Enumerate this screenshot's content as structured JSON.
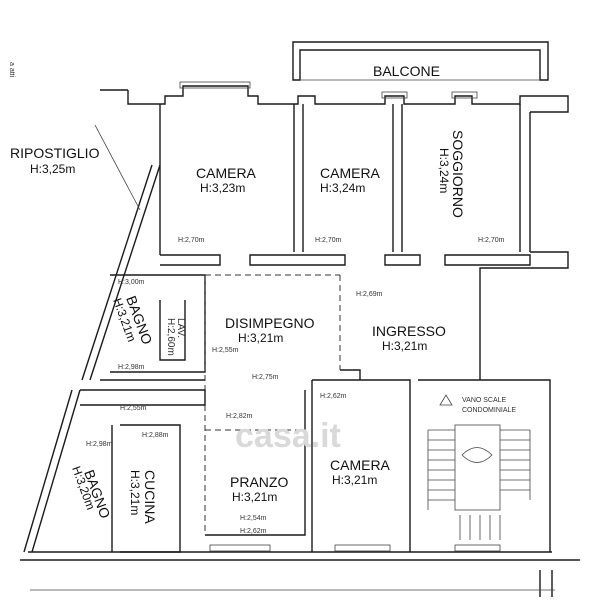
{
  "corner_note": "a atti",
  "rooms": {
    "balcone": "BALCONE",
    "ripostiglio": {
      "name": "RIPOSTIGLIO",
      "height": "H:3,25m"
    },
    "camera1": {
      "name": "CAMERA",
      "height": "H:3,23m"
    },
    "camera2": {
      "name": "CAMERA",
      "height": "H:3,24m"
    },
    "soggiorno": {
      "name": "SOGGIORNO",
      "height": "H:3,24m"
    },
    "bagno1": {
      "name": "BAGNO",
      "height": "H:3,21m"
    },
    "lav": {
      "name": "LAV.",
      "height": "H:2,60m"
    },
    "disimpegno": {
      "name": "DISIMPEGNO",
      "height": "H:3,21m"
    },
    "ingresso": {
      "name": "INGRESSO",
      "height": "H:3,21m"
    },
    "vano": {
      "line1": "VANO  SCALE",
      "line2": "CONDOMINIALE"
    },
    "bagno2": {
      "name": "BAGNO",
      "height": "H:3,20m"
    },
    "cucina": {
      "name": "CUCINA",
      "height": "H:3,21m"
    },
    "pranzo": {
      "name": "PRANZO",
      "height": "H:3,21m"
    },
    "camera3": {
      "name": "CAMERA",
      "height": "H:3,21m"
    }
  },
  "heights": {
    "h1": "H:2,70m",
    "h2": "H:2,70m",
    "h3": "H:2,70m",
    "h4": "H:3,00m",
    "h5": "H:2,69m",
    "h6": "H:2,55m",
    "h7": "H:2,98m",
    "h8": "H:2,75m",
    "h9": "H:2,62m",
    "h10": "H:2,55m",
    "h11": "H:2,82m",
    "h12": "H:2,98m",
    "h13": "H:2,88m",
    "h14": "H:2,54m",
    "h15": "H:2,62m"
  },
  "watermark": "casa.it"
}
